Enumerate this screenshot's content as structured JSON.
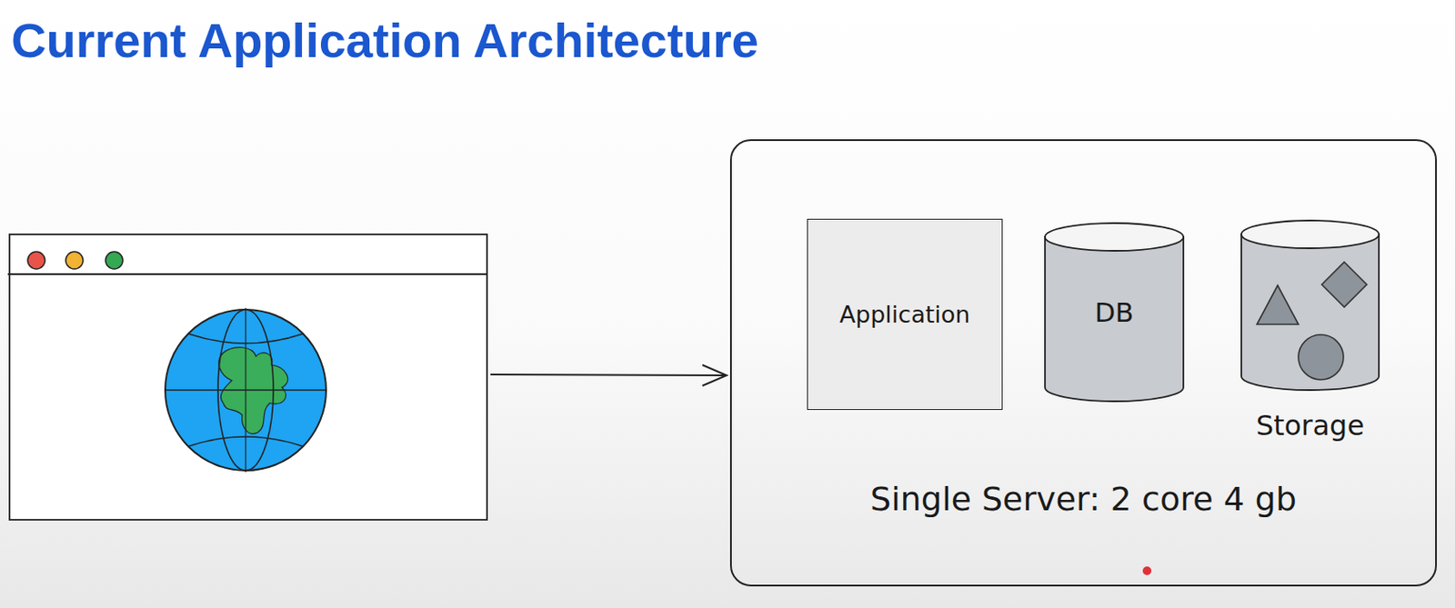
{
  "diagram": {
    "title": "Current Application Architecture",
    "nodes": [
      {
        "text": [
          "Single Server: 2 core 4 gb"
        ]
      },
      {
        "text": [
          "Application"
        ],
        "in": 0
      },
      {
        "text": [
          "DB"
        ],
        "in": 0
      },
      {
        "text": [
          "Storage"
        ],
        "in": 0
      }
    ]
  }
}
